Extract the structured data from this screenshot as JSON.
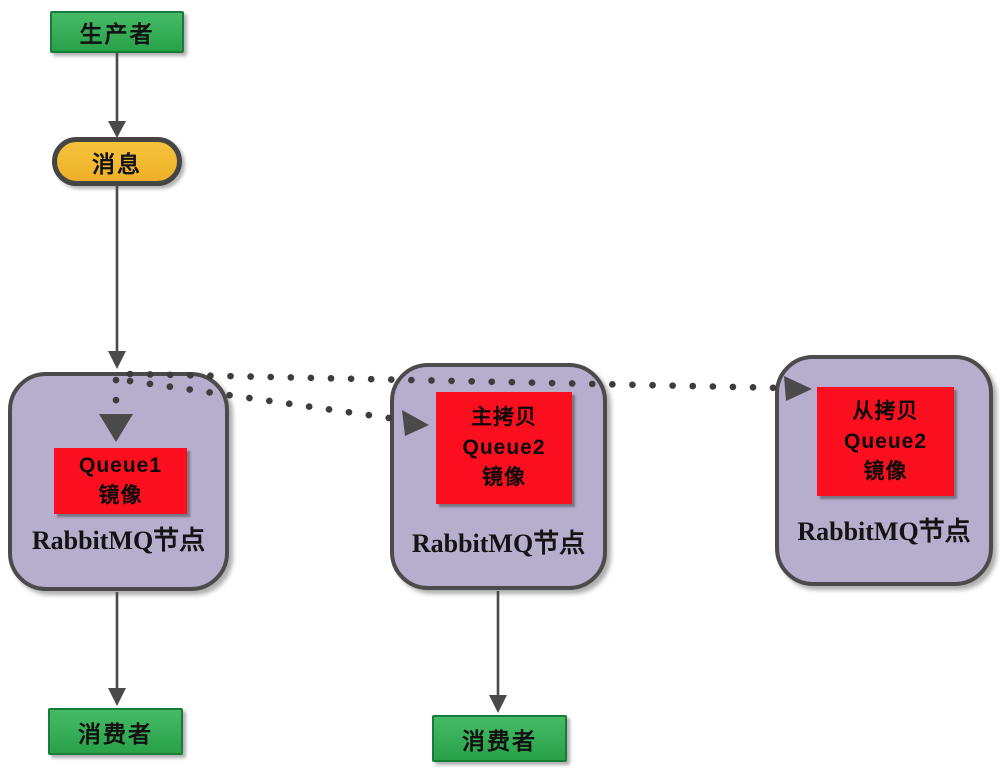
{
  "diagram": {
    "producer": {
      "label": "生产者"
    },
    "message": {
      "label": "消息"
    },
    "nodes": [
      {
        "queue_lines": [
          "Queue1",
          "镜像"
        ],
        "label": "RabbitMQ节点",
        "role": "queue1-mirror"
      },
      {
        "queue_lines": [
          "主拷贝",
          "Queue2",
          "镜像"
        ],
        "label": "RabbitMQ节点",
        "role": "queue2-master-copy"
      },
      {
        "queue_lines": [
          "从拷贝",
          "Queue2",
          "镜像"
        ],
        "label": "RabbitMQ节点",
        "role": "queue2-slave-copy"
      }
    ],
    "consumers": [
      {
        "label": "消费者"
      },
      {
        "label": "消费者"
      }
    ],
    "colors": {
      "producer_consumer_fill": "#2fab4d",
      "producer_consumer_border": "#177c37",
      "message_fill": "#f0b72e",
      "message_border": "#454545",
      "node_fill": "#b7aecd",
      "node_border": "#4b4b4b",
      "queue_fill": "#fb0f1e",
      "connector": "#4a4a4a",
      "background": "#ffffff"
    }
  }
}
